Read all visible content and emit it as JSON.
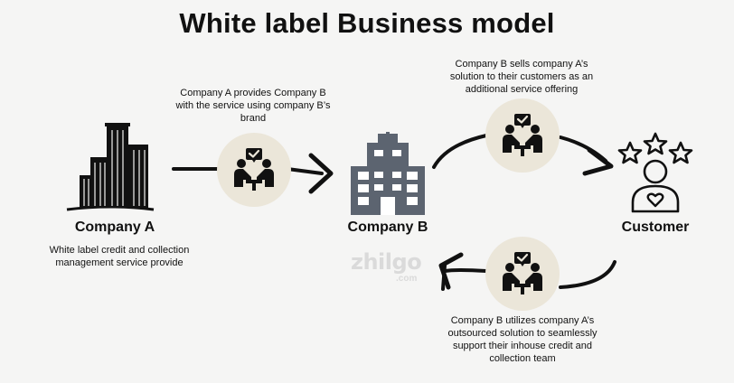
{
  "title": "White label Business model",
  "nodes": {
    "company_a": {
      "label": "Company A",
      "description": "White label credit and collection management service provide",
      "icon": "skyscraper-icon"
    },
    "company_b": {
      "label": "Company B",
      "icon": "office-building-icon"
    },
    "customer": {
      "label": "Customer",
      "icon": "customer-rating-icon"
    }
  },
  "links": {
    "a_to_b": "Company A provides Company B with the service using company B’s brand",
    "b_to_customer": "Company B sells company A’s solution to their customers as an additional service offering",
    "customer_to_b": "Company B utilizes company A’s outsourced solution to seamlessly support their inhouse credit and collection team"
  },
  "watermark": {
    "text": "zhilgo",
    "sub": ".com"
  },
  "colors": {
    "background": "#f5f5f4",
    "circle": "#ebe6d9",
    "ink": "#111111",
    "building": "#5c6470"
  }
}
